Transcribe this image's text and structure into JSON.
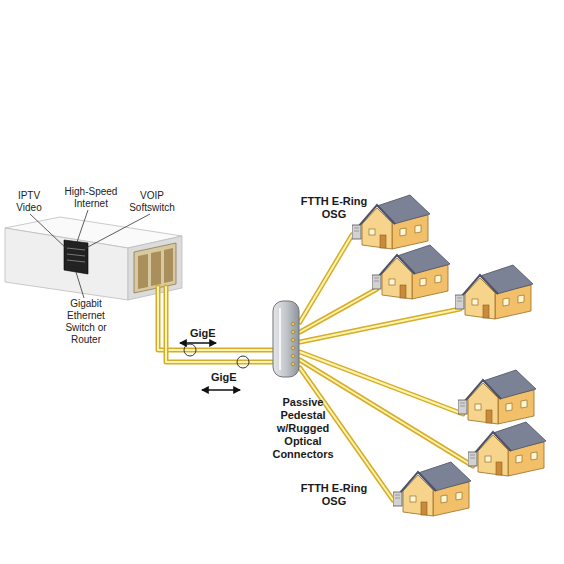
{
  "diagram": {
    "nodes": [
      {
        "text": [
          "Gigabit Ethernet Switch or Router"
        ]
      },
      {
        "text": [
          "Passive Pedestal w/Rugged Optical Connectors"
        ]
      },
      {
        "text": [
          "FTTH E-Ring OSG"
        ]
      },
      {
        "text": [
          "FTTH E-Ring OSG"
        ]
      }
    ],
    "edges": [
      {
        "from": 0,
        "to": 1,
        "arrow": "none",
        "label": "GigE"
      },
      {
        "from": 0,
        "to": 1,
        "arrow": "none",
        "label": "GigE"
      },
      {
        "from": 1,
        "to": 2,
        "arrow": "none"
      },
      {
        "from": 1,
        "to": 3,
        "arrow": "none"
      }
    ],
    "labels": [
      "IPTV Video",
      "High-Speed Internet",
      "VOIP Softswitch"
    ]
  }
}
